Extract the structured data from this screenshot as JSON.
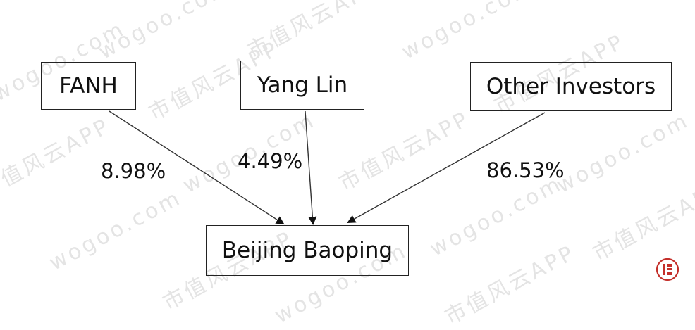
{
  "nodes": {
    "fanh": "FANH",
    "yang_lin": "Yang Lin",
    "other_investors": "Other Investors",
    "target": "Beijing Baoping"
  },
  "edges": {
    "fanh_pct": "8.98%",
    "yang_lin_pct": "4.49%",
    "other_investors_pct": "86.53%"
  },
  "watermark": {
    "text_app": "市值风云APP",
    "text_site": "wogoo.com"
  }
}
